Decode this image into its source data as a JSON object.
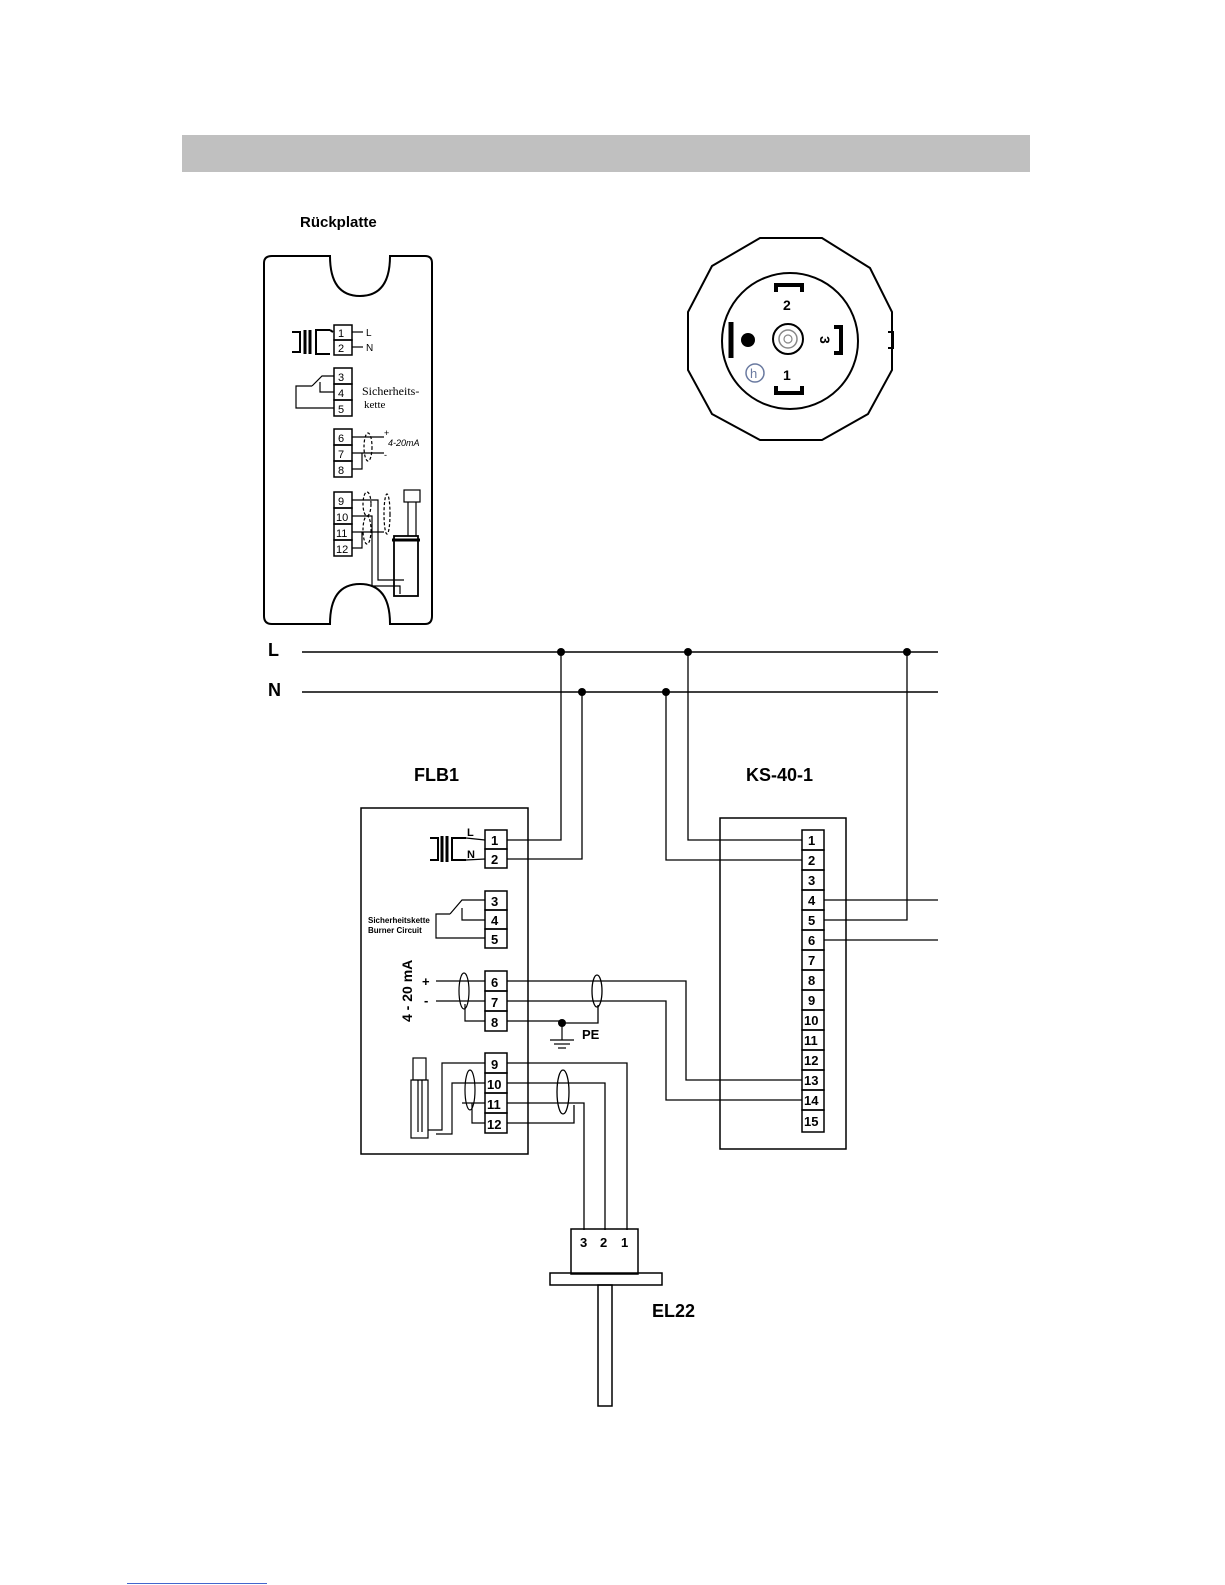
{
  "backplate": {
    "title": "Rückplatte",
    "terminals": [
      "1",
      "2",
      "3",
      "4",
      "5",
      "6",
      "7",
      "8",
      "9",
      "10",
      "11",
      "12"
    ],
    "label_L": "L",
    "label_N": "N",
    "safety_1": "Sicherheits-",
    "safety_2": "kette",
    "signal": "4-20mA",
    "plus": "+",
    "minus": "-"
  },
  "connector": {
    "pins": [
      "1",
      "2",
      "3"
    ],
    "logo": "h"
  },
  "bus": {
    "L": "L",
    "N": "N"
  },
  "flb1": {
    "title": "FLB1",
    "terminals": [
      "1",
      "2",
      "3",
      "4",
      "5",
      "6",
      "7",
      "8",
      "9",
      "10",
      "11",
      "12"
    ],
    "mini_L": "L",
    "mini_N": "N",
    "safety_de": "Sicherheitskette",
    "safety_en": "Burner Circuit",
    "signal": "4 - 20 mA",
    "plus": "+",
    "minus": "-",
    "pe": "PE"
  },
  "ks": {
    "title": "KS-40-1",
    "terminals": [
      "1",
      "2",
      "3",
      "4",
      "5",
      "6",
      "7",
      "8",
      "9",
      "10",
      "11",
      "12",
      "13",
      "14",
      "15"
    ]
  },
  "el22": {
    "title": "EL22",
    "pins": [
      "3",
      "2",
      "1"
    ]
  }
}
